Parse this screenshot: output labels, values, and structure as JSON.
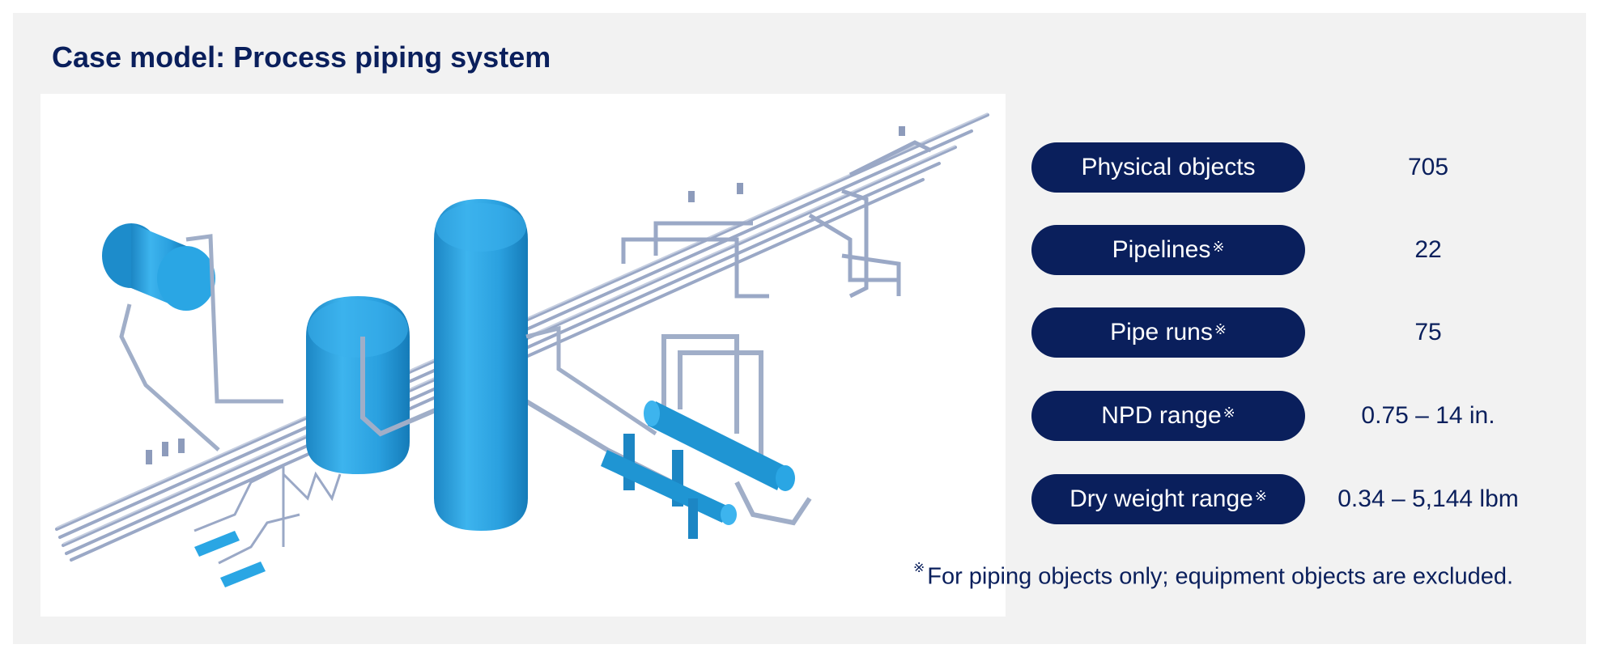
{
  "title": "Case model: Process piping system",
  "stats": [
    {
      "label": "Physical objects",
      "mark": "",
      "value": "705"
    },
    {
      "label": "Pipelines",
      "mark": "※",
      "value": "22"
    },
    {
      "label": "Pipe runs",
      "mark": "※",
      "value": "75"
    },
    {
      "label": "NPD range",
      "mark": "※",
      "value": "0.75 – 14 in."
    },
    {
      "label": "Dry weight range",
      "mark": "※",
      "value": "0.34 – 5,144 lbm"
    }
  ],
  "footnote": {
    "mark": "※",
    "text": "For piping objects only; equipment objects are excluded."
  },
  "colors": {
    "accent": "#0a1f5c",
    "vessel": "#29a3e0",
    "pipe": "#a6b3cc",
    "background": "#f2f2f2"
  }
}
